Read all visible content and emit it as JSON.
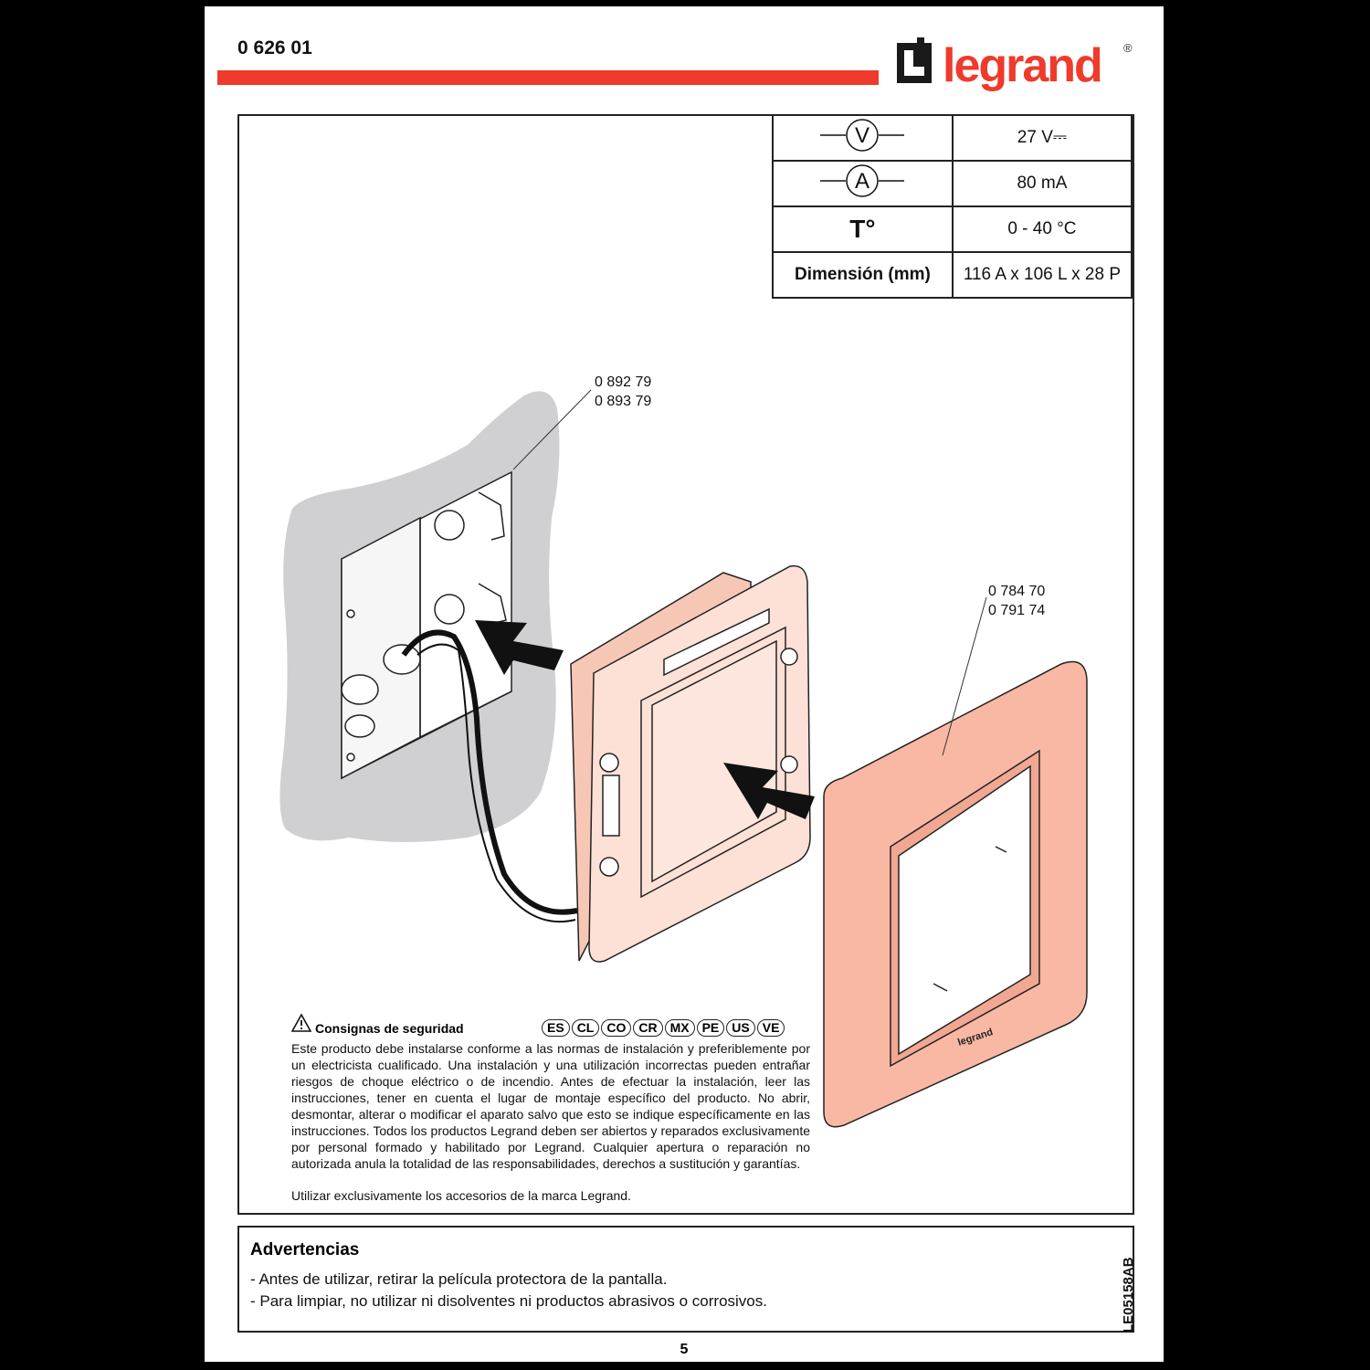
{
  "header": {
    "product_code": "0 626 01",
    "brand": "legrand",
    "registered_mark": "®"
  },
  "specs": [
    {
      "label_icon": "V",
      "value": "27 V⎓"
    },
    {
      "label_icon": "A",
      "value": "80 mA"
    },
    {
      "label_text": "T°",
      "value": "0 - 40 °C"
    },
    {
      "label_text": "Dimensión (mm)",
      "value": "116 A x 106 L x 28 P"
    }
  ],
  "callouts": {
    "box_refs": [
      "0 892 79",
      "0 893 79"
    ],
    "plate_refs": [
      "0 784 70",
      "0 791 74"
    ],
    "plate_brand": "legrand"
  },
  "safety": {
    "title": "Consignas de seguridad",
    "countries": [
      "ES",
      "CL",
      "CO",
      "CR",
      "MX",
      "PE",
      "US",
      "VE"
    ],
    "body": "Este producto debe instalarse conforme a las normas de instalación y preferiblemente por un electricista cualificado. Una instalación y una utilización incorrectas pueden entrañar riesgos de choque eléctrico o de incendio. Antes de efectuar la instalación, leer las instrucciones, tener en cuenta el lugar de montaje específico del producto. No abrir, desmontar, alterar o modificar el aparato salvo que esto se indique específicamente en las instrucciones. Todos los productos Legrand deben ser abiertos y reparados exclusivamente por personal formado y habilitado por Legrand. Cualquier apertura o reparación no autorizada anula la totalidad de las responsabilidades, derechos a sustitución y garantías.",
    "last_line": "Utilizar exclusivamente los accesorios de la marca Legrand."
  },
  "warnings": {
    "title": "Advertencias",
    "items": [
      "- Antes de utilizar, retirar la película protectora de la pantalla.",
      "- Para limpiar, no utilizar ni disolventes ni productos abrasivos o corrosivos."
    ]
  },
  "doc_code": "LE05158AB",
  "page_number": "5",
  "colors": {
    "accent_red": "#ef3a2c",
    "wall_gray": "#d0d0d2",
    "device_salmon": "#f9b8a4",
    "device_light": "#fde0d6"
  }
}
